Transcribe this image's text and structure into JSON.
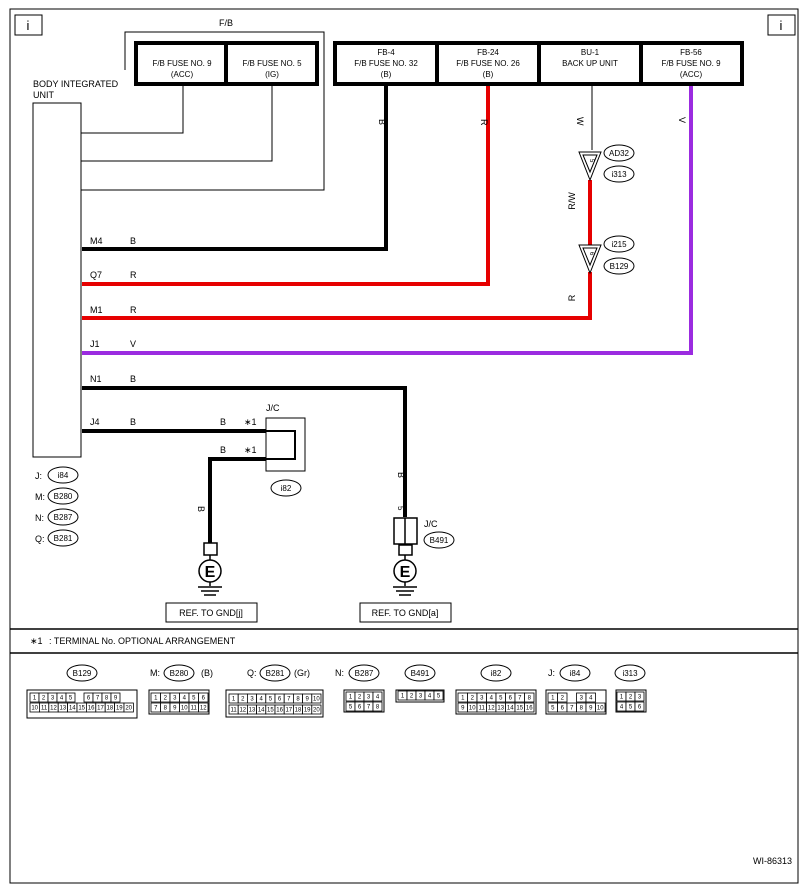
{
  "header": {
    "left_info_icon": "i",
    "right_info_icon": "i"
  },
  "top_fb_label": "F/B",
  "body_unit": {
    "name_line1": "BODY INTEGRATED",
    "name_line2": "UNIT"
  },
  "fb_box1": {
    "fuse9_line1": "F/B FUSE NO. 9",
    "fuse9_line2": "(ACC)",
    "fuse5_line1": "F/B FUSE NO. 5",
    "fuse5_line2": "(IG)"
  },
  "fb_box2": {
    "fb4_line1": "FB-4",
    "fb4_line2": "F/B FUSE NO. 32",
    "fb4_line3": "(B)",
    "fb24_line1": "FB-24",
    "fb24_line2": "F/B FUSE NO. 26",
    "fb24_line3": "(B)",
    "bu1_line1": "BU-1",
    "bu1_line2": "BACK UP UNIT",
    "fb56_line1": "FB-56",
    "fb56_line2": "F/B FUSE NO. 9",
    "fb56_line3": "(ACC)"
  },
  "wire_colors_vertical": {
    "fb4": "B",
    "fb24": "R",
    "bu1": "W",
    "fb56": "V",
    "rw": "R/W",
    "r_lower": "R"
  },
  "connectors_in_line": {
    "ad32": "AD32",
    "i313": "i313",
    "pin_a": "5",
    "i215": "i215",
    "b129": "B129",
    "pin_b": "6"
  },
  "pins": [
    {
      "pin": "M4",
      "color": "B"
    },
    {
      "pin": "Q7",
      "color": "R"
    },
    {
      "pin": "M1",
      "color": "R"
    },
    {
      "pin": "J1",
      "color": "V"
    },
    {
      "pin": "N1",
      "color": "B"
    },
    {
      "pin": "J4",
      "color": "B"
    }
  ],
  "jc1": {
    "label": "J/C",
    "conn": "i82",
    "in_color": "B",
    "out_color": "B",
    "star1": "∗1",
    "star2": "∗1",
    "down_color": "B"
  },
  "jc2": {
    "label": "J/C",
    "conn": "B491",
    "pin": "5",
    "wire_color": "B"
  },
  "ground_symbol": "E",
  "ground_refs": {
    "left": "REF. TO GND[j]",
    "right": "REF. TO GND[a]"
  },
  "connector_legend": [
    {
      "prefix": "J:",
      "conn": "i84"
    },
    {
      "prefix": "M:",
      "conn": "B280"
    },
    {
      "prefix": "N:",
      "conn": "B287"
    },
    {
      "prefix": "Q:",
      "conn": "B281"
    }
  ],
  "note": {
    "mark": "∗1",
    "text": ": TERMINAL No. OPTIONAL ARRANGEMENT"
  },
  "connector_views": [
    {
      "prefix": "",
      "name": "B129",
      "suffix": ""
    },
    {
      "prefix": "M:",
      "name": "B280",
      "suffix": "(B)"
    },
    {
      "prefix": "Q:",
      "name": "B281",
      "suffix": "(Gr)"
    },
    {
      "prefix": "N:",
      "name": "B287",
      "suffix": ""
    },
    {
      "prefix": "",
      "name": "B491",
      "suffix": ""
    },
    {
      "prefix": "",
      "name": "i82",
      "suffix": ""
    },
    {
      "prefix": "J:",
      "name": "i84",
      "suffix": ""
    },
    {
      "prefix": "",
      "name": "i313",
      "suffix": ""
    }
  ],
  "connector_pin_rows": {
    "b129_top": [
      "1",
      "2",
      "3",
      "4",
      "5",
      "6",
      "7",
      "8",
      "9"
    ],
    "b129_bot": [
      "10",
      "11",
      "12",
      "13",
      "14",
      "15",
      "16",
      "17",
      "18",
      "19",
      "20"
    ],
    "b280_top": [
      "1",
      "2",
      "3",
      "4",
      "5",
      "6"
    ],
    "b280_bot": [
      "7",
      "8",
      "9",
      "10",
      "11",
      "12"
    ],
    "b281_top": [
      "1",
      "2",
      "3",
      "4",
      "5",
      "6",
      "7",
      "8",
      "9",
      "10"
    ],
    "b281_bot": [
      "11",
      "12",
      "13",
      "14",
      "15",
      "16",
      "17",
      "18",
      "19",
      "20"
    ],
    "b287_top": [
      "1",
      "2",
      "3",
      "4"
    ],
    "b287_bot": [
      "5",
      "6",
      "7",
      "8"
    ],
    "b491_top": [
      "1",
      "2",
      "3",
      "4",
      "5"
    ],
    "i82_top": [
      "1",
      "2",
      "3",
      "4",
      "5",
      "6",
      "7",
      "8"
    ],
    "i82_bot": [
      "9",
      "10",
      "11",
      "12",
      "13",
      "14",
      "15",
      "16"
    ],
    "i84_top": [
      "1",
      "2",
      "3",
      "4"
    ],
    "i84_bot": [
      "5",
      "6",
      "7",
      "8",
      "9",
      "10"
    ],
    "i313_top": [
      "1",
      "2",
      "3"
    ],
    "i313_bot": [
      "4",
      "5",
      "6"
    ]
  },
  "doc_code": "WI-86313",
  "wire_colors_hex": {
    "black": "#000000",
    "red": "#e60000",
    "violet": "#9b2be0"
  }
}
